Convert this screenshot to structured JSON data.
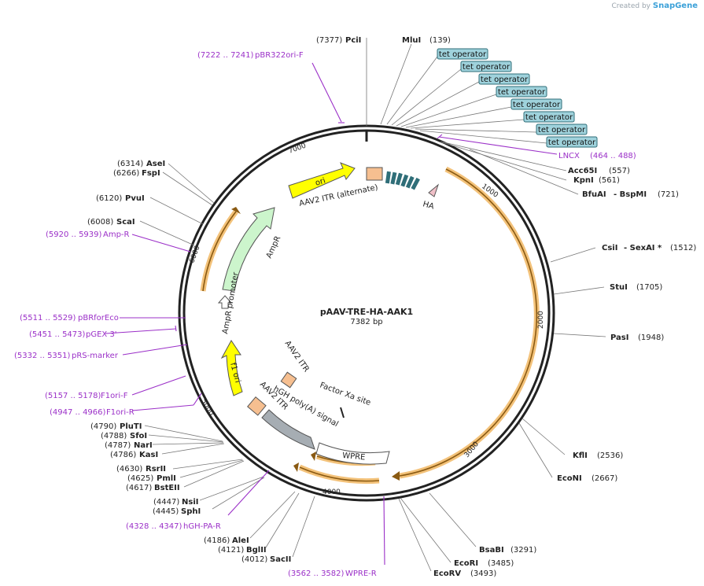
{
  "branding": {
    "created_by": "Created by",
    "app_name": "SnapGene"
  },
  "plasmid": {
    "name": "pAAV-TRE-HA-AAK1",
    "length_label": "7382 bp"
  },
  "tick_labels": [
    "1000",
    "2000",
    "3000",
    "4000",
    "5000",
    "6000",
    "7000"
  ],
  "enzymes": {
    "PciI": {
      "name": "PciI",
      "pos": "(7377)"
    },
    "MluI": {
      "name": "MluI",
      "pos": "(139)"
    },
    "Acc65I": {
      "name": "Acc65I",
      "pos": "(557)"
    },
    "KpnI": {
      "name": "KpnI",
      "pos": "(561)"
    },
    "BfuAI": {
      "name": "BfuAI",
      "pos": "(721)"
    },
    "BspMI": {
      "name": "- BspMI"
    },
    "CsiI": {
      "name": "CsiI",
      "pos": "(1512)"
    },
    "SexAI": {
      "name": "- SexAI *"
    },
    "StuI": {
      "name": "StuI",
      "pos": "(1705)"
    },
    "PasI": {
      "name": "PasI",
      "pos": "(1948)"
    },
    "KflI": {
      "name": "KflI",
      "pos": "(2536)"
    },
    "EcoNI": {
      "name": "EcoNI",
      "pos": "(2667)"
    },
    "BsaBI": {
      "name": "BsaBI",
      "pos": "(3291)"
    },
    "EcoRI": {
      "name": "EcoRI",
      "pos": "(3485)"
    },
    "EcoRV": {
      "name": "EcoRV",
      "pos": "(3493)"
    },
    "SacII": {
      "name": "SacII",
      "pos": "(4012)"
    },
    "BglII": {
      "name": "BglII",
      "pos": "(4121)"
    },
    "AleI": {
      "name": "AleI",
      "pos": "(4186)"
    },
    "SphI": {
      "name": "SphI",
      "pos": "(4445)"
    },
    "NsiI": {
      "name": "NsiI",
      "pos": "(4447)"
    },
    "BstEII": {
      "name": "BstEII",
      "pos": "(4617)"
    },
    "PmlI": {
      "name": "PmlI",
      "pos": "(4625)"
    },
    "RsrII": {
      "name": "RsrII",
      "pos": "(4630)"
    },
    "KasI": {
      "name": "KasI",
      "pos": "(4786)"
    },
    "NarI": {
      "name": "NarI",
      "pos": "(4787)"
    },
    "SfoI": {
      "name": "SfoI",
      "pos": "(4788)"
    },
    "PluTI": {
      "name": "PluTI",
      "pos": "(4790)"
    },
    "ScaI": {
      "name": "ScaI",
      "pos": "(6008)"
    },
    "PvuI": {
      "name": "PvuI",
      "pos": "(6120)"
    },
    "FspI": {
      "name": "FspI",
      "pos": "(6266)"
    },
    "AseI": {
      "name": "AseI",
      "pos": "(6314)"
    }
  },
  "primers": {
    "pBR322ori": {
      "name": "pBR322ori-F",
      "range": "(7222 .. 7241)"
    },
    "LNCX": {
      "name": "LNCX",
      "range": "(464 .. 488)"
    },
    "AmpR": {
      "name": "Amp-R",
      "range": "(5920 .. 5939)"
    },
    "pBRforEco": {
      "name": "pBRforEco",
      "range": "(5511 .. 5529)"
    },
    "pGEX3": {
      "name": "pGEX 3'",
      "range": "(5451 .. 5473)"
    },
    "pRSmarker": {
      "name": "pRS-marker",
      "range": "(5332 .. 5351)"
    },
    "F1oriF": {
      "name": "F1ori-F",
      "range": "(5157 .. 5178)"
    },
    "F1oriR": {
      "name": "F1ori-R",
      "range": "(4947 .. 4966)"
    },
    "hGHPAR": {
      "name": "hGH-PA-R",
      "range": "(4328 .. 4347)"
    },
    "WPRER": {
      "name": "WPRE-R",
      "range": "(3562 .. 3582)"
    }
  },
  "tet_operators": [
    "tet operator",
    "tet operator",
    "tet operator",
    "tet operator",
    "tet operator",
    "tet operator",
    "tet operator",
    "tet operator"
  ],
  "features": {
    "ori": "ori",
    "itr_alt": "AAV2 ITR (alternate)",
    "ha": "HA",
    "ampr": "AmpR",
    "ampr_promoter": "AmpR promoter",
    "f1ori": "f1 ori",
    "aav2itr_1": "AAV2 ITR",
    "aav2itr_2": "AAV2 ITR",
    "hgh": "hGH poly(A) signal",
    "factorxa": "Factor Xa site",
    "wpre": "WPRE"
  },
  "colors": {
    "backbone": "#222222",
    "primer": "#9b30c8",
    "orf_outline": "#f3c27a",
    "ori": "#ffff00",
    "ampr": "#ccf5cc",
    "itr": "#f6bf90",
    "tet": "#9fd2dc",
    "tet_operator_box": "#2f6e78",
    "hgh": "#a6adb3"
  }
}
